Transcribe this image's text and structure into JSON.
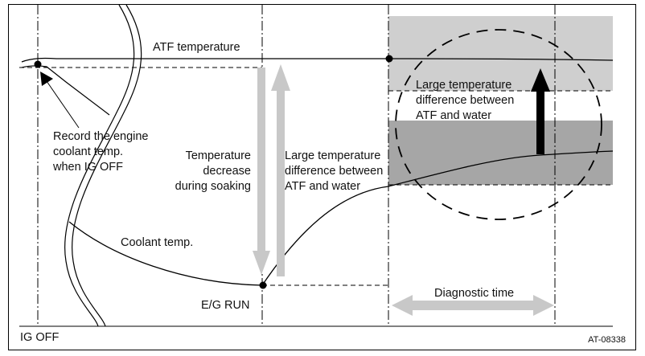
{
  "labels": {
    "atf_temperature": "ATF temperature",
    "record_line1": "Record the engine",
    "record_line2": "coolant temp.",
    "record_line3": "when IG OFF",
    "decrease_line1": "Temperature",
    "decrease_line2": "decrease",
    "decrease_line3": "during soaking",
    "large_diff_mid_line1": "Large temperature",
    "large_diff_mid_line2": "difference between",
    "large_diff_mid_line3": "ATF and water",
    "large_diff_top_line1": "Large temperature",
    "large_diff_top_line2": "difference between",
    "large_diff_top_line3": "ATF and water",
    "coolant_temp": "Coolant temp.",
    "eg_run": "E/G RUN",
    "diagnostic_time": "Diagnostic time",
    "ig_off": "IG OFF",
    "figure_code": "AT-08338"
  },
  "colors": {
    "light_band": "#cfcfcf",
    "dark_band": "#a6a6a6",
    "arrow_gray": "#c8c8c8",
    "arrow_black": "#000000",
    "line": "#000000"
  }
}
